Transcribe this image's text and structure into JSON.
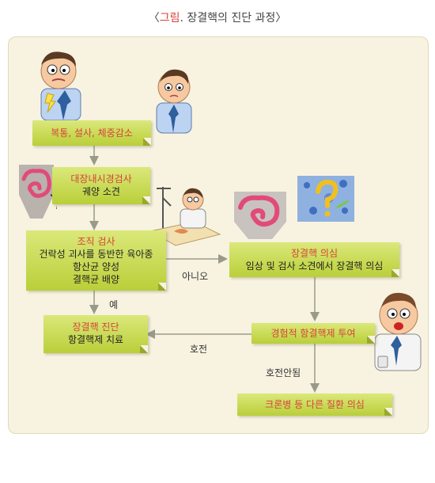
{
  "title": {
    "open": "〈",
    "highlight": "그림",
    "rest": ". 장결핵의 진단 과정〉"
  },
  "boxes": {
    "symptoms": {
      "title": "복통, 설사, 체중감소"
    },
    "colonoscopy": {
      "title": "대장내시경검사",
      "lines": [
        "궤양 소견"
      ]
    },
    "biopsy": {
      "title": "조직 검사",
      "lines": [
        "건락성 괴사를 동반한 육아종",
        "항산균 양성",
        "결핵균 배양"
      ]
    },
    "suspect": {
      "title": "장결핵 의심",
      "lines": [
        "임상 및 검사 소견에서 장결핵 의심"
      ]
    },
    "diagnosis": {
      "title": "장결핵 진단",
      "lines": [
        "항결핵제 치료"
      ]
    },
    "empirical": {
      "title": "경험적 항결핵제 투여"
    },
    "crohn": {
      "title": "크론병 등 다른 질환 의심"
    }
  },
  "edges": {
    "no": "아니오",
    "yes": "예",
    "improved": "호전",
    "not_improved": "호전안됨"
  },
  "colors": {
    "box": "#c6d94a",
    "title_text": "#d8413a",
    "panel": "#f8f3e1",
    "arrow": "#9a9a8a"
  }
}
